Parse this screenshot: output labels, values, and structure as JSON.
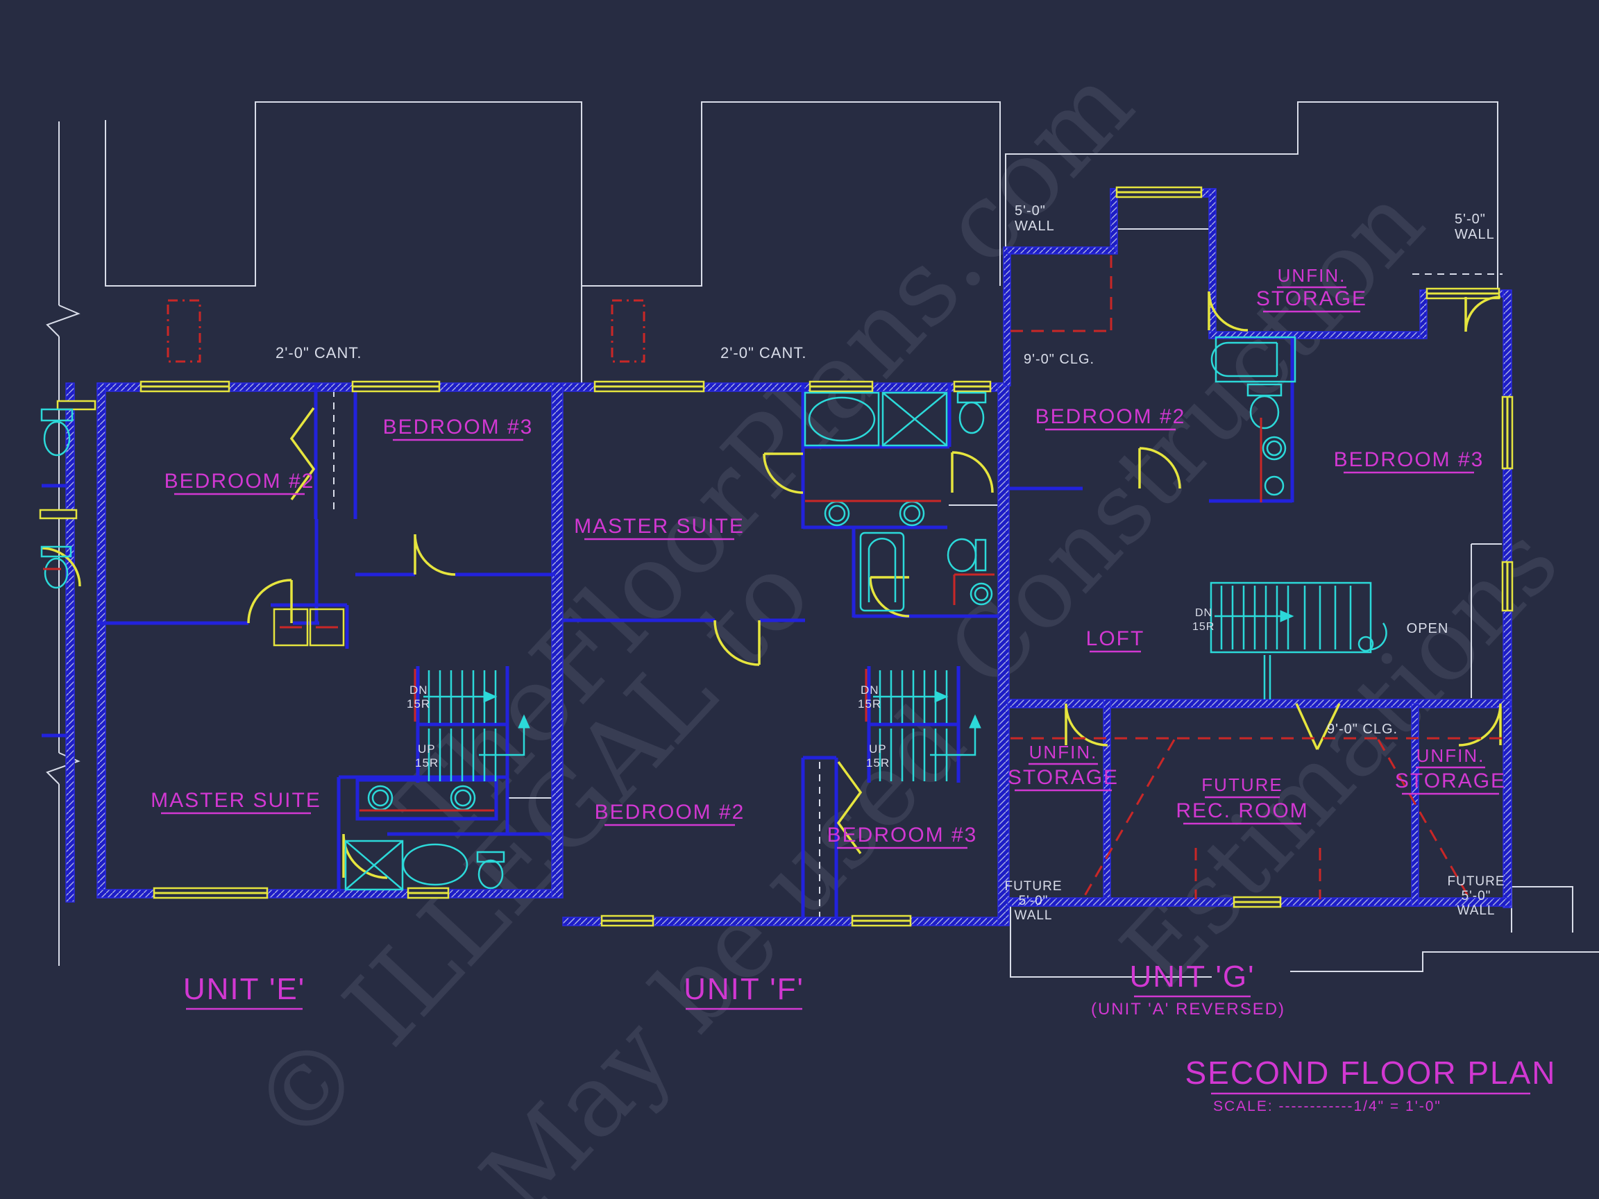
{
  "drawing_title": {
    "text": "SECOND FLOOR PLAN",
    "scale": "SCALE: ------------1/4\" = 1'-0\""
  },
  "unit_e": {
    "name": "UNIT 'E'",
    "bedroom2": "BEDROOM #2",
    "bedroom3": "BEDROOM #3",
    "master_suite": "MASTER SUITE",
    "cant_note": "2'-0\" CANT.",
    "stair_dn": "DN",
    "stair_up": "UP",
    "stair_risers": "15R"
  },
  "unit_f": {
    "name": "UNIT 'F'",
    "bedroom2": "BEDROOM #2",
    "bedroom3": "BEDROOM #3",
    "master_suite": "MASTER SUITE",
    "cant_note": "2'-0\" CANT.",
    "stair_dn": "DN",
    "stair_up": "UP",
    "stair_risers": "15R"
  },
  "unit_g": {
    "name": "UNIT 'G'",
    "subtitle": "(UNIT 'A' REVERSED)",
    "bedroom2": "BEDROOM #2",
    "bedroom3": "BEDROOM #3",
    "loft": "LOFT",
    "open": "OPEN",
    "unfin": "UNFIN.",
    "storage": "STORAGE",
    "future": "FUTURE",
    "rec_room": "REC. ROOM",
    "wall_height": "5'-0\"",
    "wall_word": "WALL",
    "ceiling_note": "9'-0\" CLG.",
    "stair_dn": "DN",
    "stair_risers": "15R"
  },
  "watermark": {
    "line1": "© ILLEGAL to",
    "line2": "TheFloorPlans.com",
    "line3": "May be used",
    "line4": "Construction",
    "line5": "Estimations"
  },
  "colors": {
    "background": "#272c42",
    "wall_blue": "#2222dc",
    "window_yellow": "#e6e53e",
    "fixture_cyan": "#2cd9d9",
    "accent_red": "#c92727",
    "label_magenta": "#d238d2",
    "note_white": "#d9dde9"
  }
}
